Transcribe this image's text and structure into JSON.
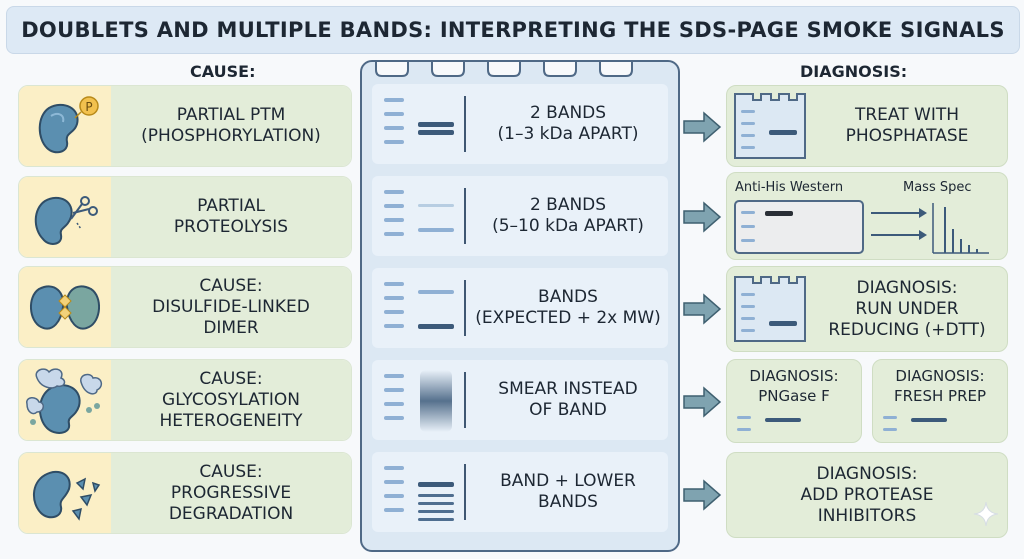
{
  "title": "DOUBLETS AND MULTIPLE BANDS: INTERPRETING THE SDS-PAGE SMOKE SIGNALS",
  "headers": {
    "cause": "CAUSE:",
    "diagnosis": "DIAGNOSIS:"
  },
  "causes": [
    {
      "icon": "phosphorylated-protein-icon",
      "lines": [
        "PARTIAL PTM",
        "(PHOSPHORYLATION)"
      ],
      "badge": "P"
    },
    {
      "icon": "scissors-cutting-protein-icon",
      "lines": [
        "PARTIAL",
        "PROTEOLYSIS"
      ]
    },
    {
      "icon": "disulfide-dimer-icon",
      "lines": [
        "CAUSE:",
        "DISULFIDE-LINKED",
        "DIMER"
      ]
    },
    {
      "icon": "glycosylated-protein-icon",
      "lines": [
        "CAUSE:",
        "GLYCOSYLATION",
        "HETEROGENEITY"
      ]
    },
    {
      "icon": "degraded-protein-icon",
      "lines": [
        "CAUSE:",
        "PROGRESSIVE",
        "DEGRADATION"
      ]
    }
  ],
  "gel_rows": [
    {
      "lines": [
        "2 BANDS",
        "(1–3 kDa APART)"
      ],
      "pattern": "doublet-close"
    },
    {
      "lines": [
        "2 BANDS",
        "(5–10 kDa APART)"
      ],
      "pattern": "doublet-spaced"
    },
    {
      "lines": [
        "BANDS",
        "(EXPECTED + 2x MW)"
      ],
      "pattern": "dimer"
    },
    {
      "lines": [
        "SMEAR INSTEAD",
        "OF BAND"
      ],
      "pattern": "smear"
    },
    {
      "lines": [
        "BAND + LOWER",
        "BANDS"
      ],
      "pattern": "ladder-degradation"
    }
  ],
  "diagnoses": {
    "row1": {
      "lines": [
        "TREAT WITH",
        "PHOSPHATASE"
      ]
    },
    "row2": {
      "western_label": "Anti-His Western",
      "mass_spec_label": "Mass Spec"
    },
    "row3": {
      "lines": [
        "DIAGNOSIS:",
        "RUN UNDER",
        "REDUCING (+DTT)"
      ]
    },
    "row4a": {
      "lines": [
        "DIAGNOSIS:",
        "PNGase F"
      ]
    },
    "row4b": {
      "lines": [
        "DIAGNOSIS:",
        "FRESH PREP"
      ]
    },
    "row5": {
      "lines": [
        "DIAGNOSIS:",
        "ADD PROTEASE",
        "INHIBITORS"
      ]
    }
  },
  "colors": {
    "title_bg": "#dde9f5",
    "cause_icon_bg": "#fbefc6",
    "cause_text_bg": "#e3edd9",
    "gel_bg": "#dce8f3",
    "band_dark": "#3c5a7a",
    "band_light": "#8fb0d4",
    "arrow": "#7fa3b0",
    "protein": "#5b8fb0"
  }
}
